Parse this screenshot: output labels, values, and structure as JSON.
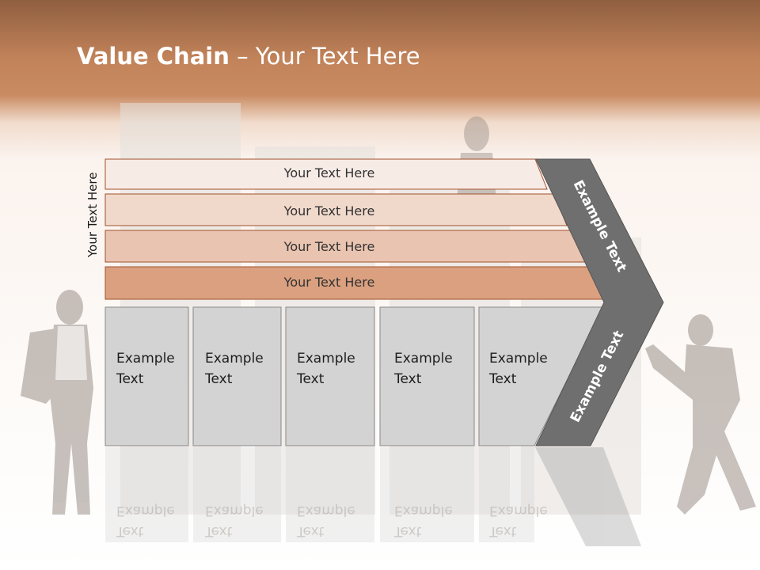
{
  "title": {
    "bold": "Value Chain",
    "rest": " – Your Text Here"
  },
  "side_label": "Your Text Here",
  "bands": [
    {
      "label": "Your Text Here",
      "color": "#f7ebe6"
    },
    {
      "label": "Your Text Here",
      "color": "#f0d8cb"
    },
    {
      "label": "Your Text Here",
      "color": "#e9c4b0"
    },
    {
      "label": "Your Text Here",
      "color": "#daa07f"
    }
  ],
  "columns": [
    {
      "line1": "Example",
      "line2": "Text"
    },
    {
      "line1": "Example",
      "line2": "Text"
    },
    {
      "line1": "Example",
      "line2": "Text"
    },
    {
      "line1": "Example",
      "line2": "Text"
    },
    {
      "line1": "Example",
      "line2": "Text"
    }
  ],
  "chevron_top": "Example Text",
  "chevron_bottom": "Example Text",
  "colors": {
    "header": "#c2835a",
    "column_fill": "#d3d3d3",
    "chevron_fill": "#6f6f6f",
    "band_stroke": "#a0522d"
  }
}
